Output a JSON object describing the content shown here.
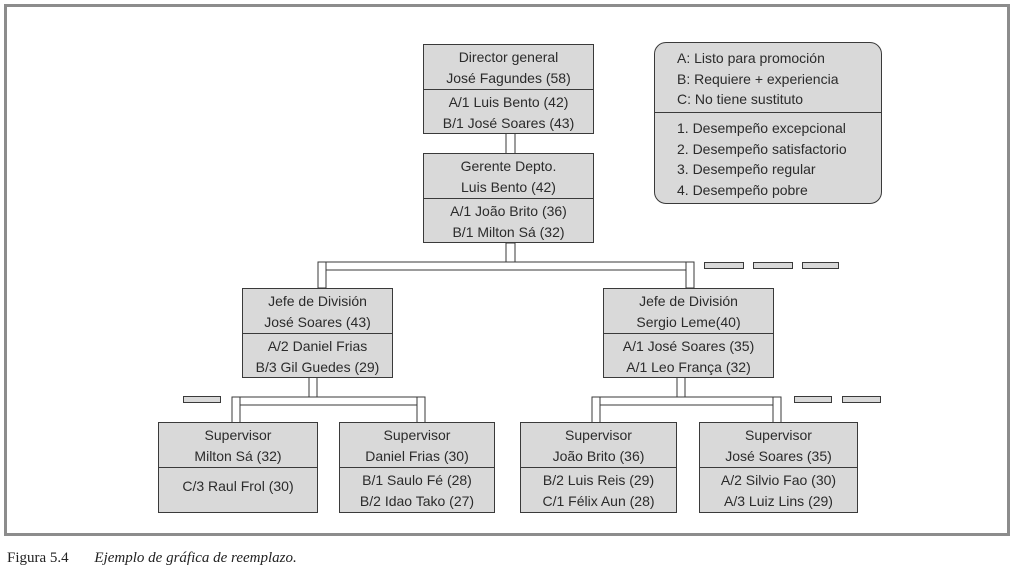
{
  "chart": {
    "nodes": {
      "director": {
        "title": "Director general",
        "name": "José Fagundes (58)",
        "candidates": [
          "A/1 Luis Bento (42)",
          "B/1 José Soares (43)"
        ]
      },
      "gerente": {
        "title": "Gerente Depto.",
        "name": "Luis Bento (42)",
        "candidates": [
          "A/1 João Brito (36)",
          "B/1 Milton Sá (32)"
        ]
      },
      "jefe_left": {
        "title": "Jefe de División",
        "name": "José Soares (43)",
        "candidates": [
          "A/2 Daniel Frias",
          "B/3 Gil Guedes (29)"
        ]
      },
      "jefe_right": {
        "title": "Jefe de División",
        "name": "Sergio Leme(40)",
        "candidates": [
          "A/1 José Soares (35)",
          "A/1 Leo França (32)"
        ]
      },
      "sup1": {
        "title": "Supervisor",
        "name": "Milton Sá (32)",
        "candidates": [
          "C/3 Raul Frol (30)"
        ]
      },
      "sup2": {
        "title": "Supervisor",
        "name": "Daniel Frias (30)",
        "candidates": [
          "B/1 Saulo Fé (28)",
          "B/2 Idao Tako (27)"
        ]
      },
      "sup3": {
        "title": "Supervisor",
        "name": "João Brito (36)",
        "candidates": [
          "B/2 Luis Reis (29)",
          "C/1 Félix Aun (28)"
        ]
      },
      "sup4": {
        "title": "Supervisor",
        "name": "José Soares (35)",
        "candidates": [
          "A/2 Silvio Fao (30)",
          "A/3 Luiz Lins (29)"
        ]
      }
    }
  },
  "legend": {
    "readiness": [
      "A: Listo para promoción",
      "B: Requiere + experiencia",
      "C: No tiene sustituto"
    ],
    "performance": [
      "1. Desempeño excepcional",
      "2. Desempeño satisfactorio",
      "3. Desempeño regular",
      "4. Desempeño pobre"
    ]
  },
  "caption": {
    "label": "Figura 5.4",
    "text": "Ejemplo de gráfica de reemplazo."
  }
}
